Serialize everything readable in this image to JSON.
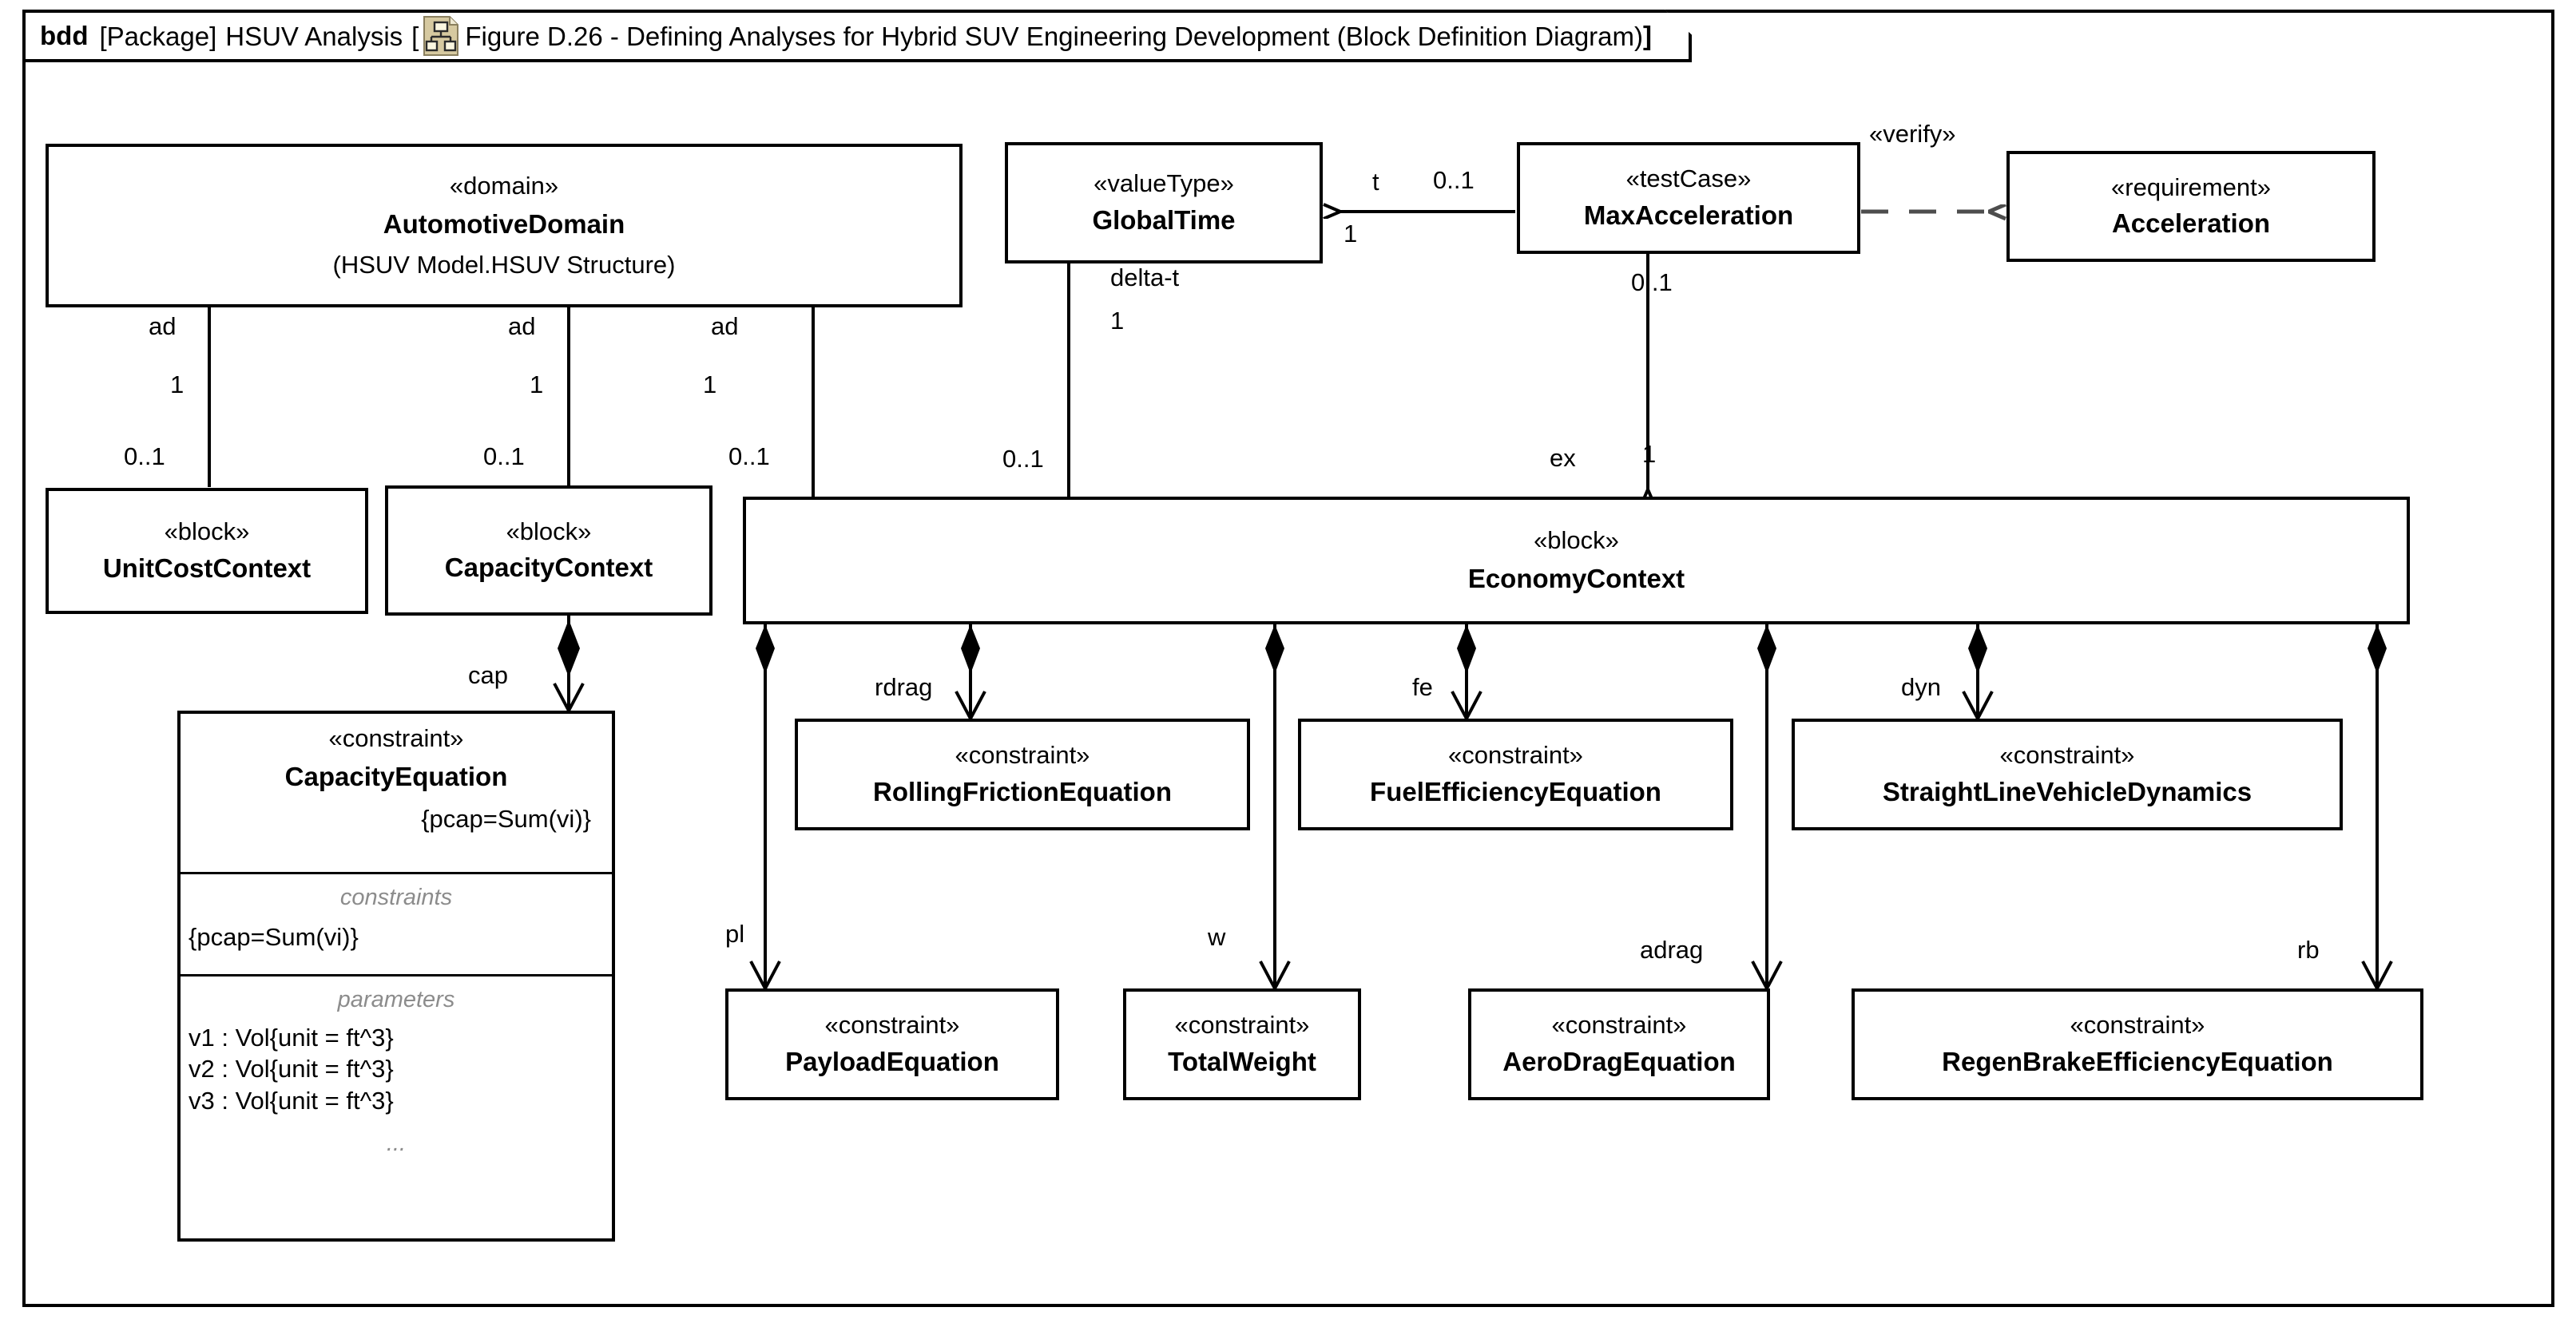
{
  "header": {
    "kind": "bdd",
    "package_label": "[Package]",
    "package_name": "HSUV Analysis",
    "bracket_open": "[",
    "icon": "bdd-diagram-icon",
    "diagram_title": "Figure D.26 - Defining Analyses for Hybrid SUV Engineering Development (Block Definition Diagram)",
    "bracket_close": "]"
  },
  "nodes": {
    "automotive_domain": {
      "stereotype": "«domain»",
      "name": "AutomotiveDomain",
      "subtitle": "(HSUV Model.HSUV Structure)"
    },
    "global_time": {
      "stereotype": "«valueType»",
      "name": "GlobalTime"
    },
    "max_acceleration": {
      "stereotype": "«testCase»",
      "name": "MaxAcceleration"
    },
    "acceleration": {
      "stereotype": "«requirement»",
      "name": "Acceleration"
    },
    "unit_cost_context": {
      "stereotype": "«block»",
      "name": "UnitCostContext"
    },
    "capacity_context": {
      "stereotype": "«block»",
      "name": "CapacityContext"
    },
    "economy_context": {
      "stereotype": "«block»",
      "name": "EconomyContext"
    },
    "capacity_equation": {
      "stereotype": "«constraint»",
      "name": "CapacityEquation",
      "header_expression": "{pcap=Sum(vi)}",
      "constraints_label": "constraints",
      "constraints": [
        "{pcap=Sum(vi)}"
      ],
      "parameters_label": "parameters",
      "parameters": [
        "v1 : Vol{unit = ft^3}",
        "v2 : Vol{unit = ft^3}",
        "v3 : Vol{unit = ft^3}"
      ],
      "ellipsis": "..."
    },
    "rolling_friction": {
      "stereotype": "«constraint»",
      "name": "RollingFrictionEquation"
    },
    "fuel_efficiency": {
      "stereotype": "«constraint»",
      "name": "FuelEfficiencyEquation"
    },
    "straight_line_dynamics": {
      "stereotype": "«constraint»",
      "name": "StraightLineVehicleDynamics"
    },
    "payload_equation": {
      "stereotype": "«constraint»",
      "name": "PayloadEquation"
    },
    "total_weight": {
      "stereotype": "«constraint»",
      "name": "TotalWeight"
    },
    "aero_drag": {
      "stereotype": "«constraint»",
      "name": "AeroDragEquation"
    },
    "regen_brake": {
      "stereotype": "«constraint»",
      "name": "RegenBrakeEfficiencyEquation"
    }
  },
  "edge_labels": {
    "ad1_role": "ad",
    "ad1_mult_top": "1",
    "ad1_mult_bottom": "0..1",
    "ad2_role": "ad",
    "ad2_mult_top": "1",
    "ad2_mult_bottom": "0..1",
    "ad3_role": "ad",
    "ad3_mult_top": "1",
    "ad3_mult_bottom": "0..1",
    "t_role": "t",
    "t_mult_far": "0..1",
    "t_mult_near": "1",
    "deltat_role": "delta-t",
    "deltat_mult_top": "1",
    "deltat_mult_bottom": "0..1",
    "verify_stereotype": "«verify»",
    "ex_mult_top": "0..1",
    "ex_role": "ex",
    "ex_mult_bottom": "1",
    "cap_role": "cap",
    "rdrag_role": "rdrag",
    "fe_role": "fe",
    "dyn_role": "dyn",
    "pl_role": "pl",
    "w_role": "w",
    "adrag_role": "adrag",
    "rb_role": "rb"
  },
  "colors": {
    "stroke": "#000000",
    "background": "#ffffff",
    "compartment_label": "#8c8c8c",
    "icon_fill": "#d6c9a0",
    "icon_inner": "#faf6e0",
    "dashed_edge": "#4d4d4d"
  }
}
